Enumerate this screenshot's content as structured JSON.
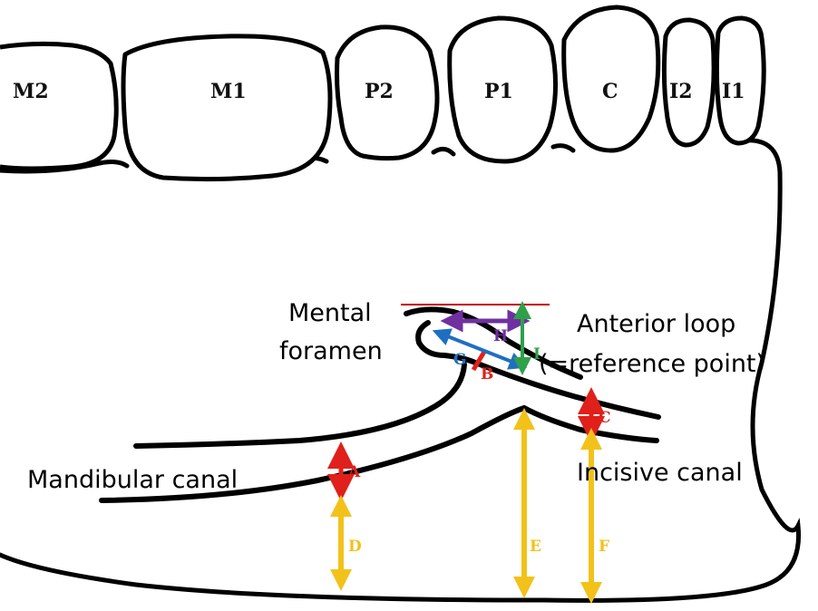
{
  "teeth": {
    "m2": "M2",
    "m1": "M1",
    "p2": "P2",
    "p1": "P1",
    "c": "C",
    "i2": "I2",
    "i1": "I1"
  },
  "labels": {
    "mental_1": "Mental",
    "mental_2": "foramen",
    "anterior_1": "Anterior loop",
    "anterior_2": "(=reference point)",
    "mandibular_canal": "Mandibular canal",
    "incisive_canal": "Incisive canal"
  },
  "measurements": {
    "A": "A",
    "B": "B",
    "C": "C",
    "D": "D",
    "E": "E",
    "F": "F",
    "G": "G",
    "H": "H",
    "I": "I"
  },
  "colors": {
    "outline": "#000000",
    "red": "#e0201a",
    "yellow": "#f2c21b",
    "green": "#2fa04a",
    "blue": "#1e6fc2",
    "purple": "#7030a0",
    "reference_line": "#c00000"
  }
}
